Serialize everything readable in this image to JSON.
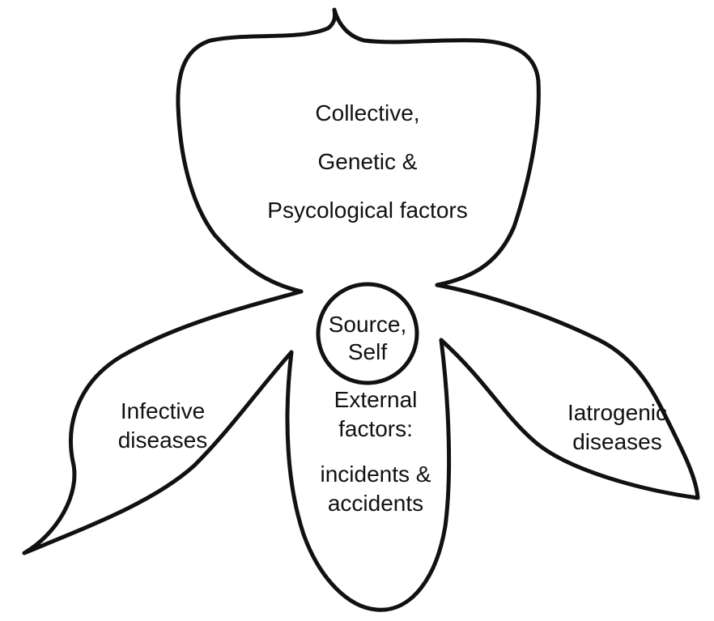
{
  "colors": {
    "background": "#ffffff",
    "ink": "#111111"
  },
  "petals": {
    "top": {
      "lines": [
        "Collective,",
        "Genetic &",
        "Psycological factors"
      ]
    },
    "center": {
      "lines": [
        "Source,",
        "Self"
      ]
    },
    "left": {
      "lines": [
        "Infective",
        "diseases"
      ]
    },
    "right": {
      "lines": [
        "Iatrogenic",
        "diseases"
      ]
    },
    "bottom": {
      "lines": [
        "External",
        "factors:",
        "incidents &",
        "accidents"
      ]
    }
  }
}
